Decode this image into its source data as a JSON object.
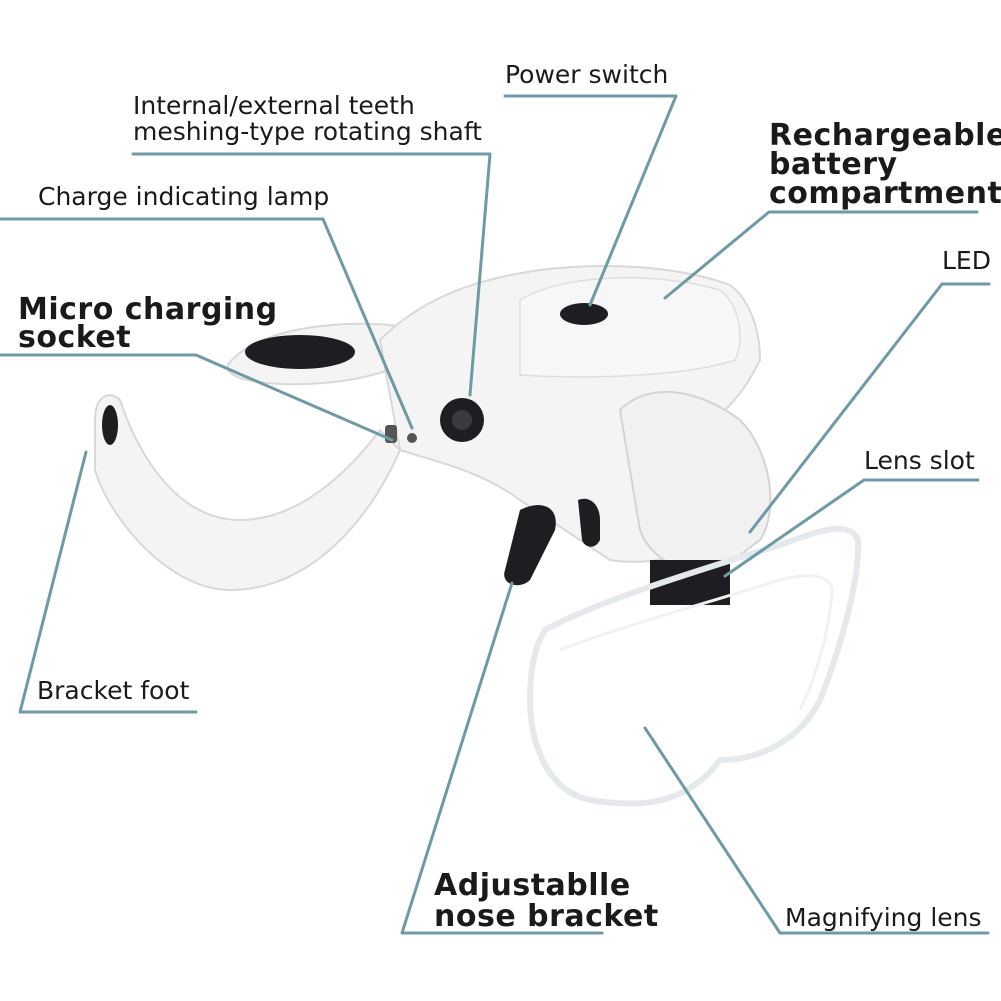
{
  "colors": {
    "leader_line": "#6e9aa6",
    "device_body": "#f4f4f4",
    "device_shadow": "#d8d8d8",
    "rubber_dark": "#1e1e22",
    "lens_edge": "#e4eaec"
  },
  "labels": {
    "power_switch": "Power switch",
    "rotating_shaft": [
      "Internal/external teeth",
      "meshing-type rotating shaft"
    ],
    "charge_lamp": "Charge indicating lamp",
    "battery": [
      "Rechargeable",
      "battery",
      "compartment"
    ],
    "led": "LED",
    "micro_socket": [
      "Micro charging",
      "socket"
    ],
    "lens_slot": "Lens slot",
    "bracket_foot": "Bracket foot",
    "nose_bracket": [
      "Adjustablle",
      "nose bracket"
    ],
    "magnifying_lens": "Magnifying lens"
  }
}
